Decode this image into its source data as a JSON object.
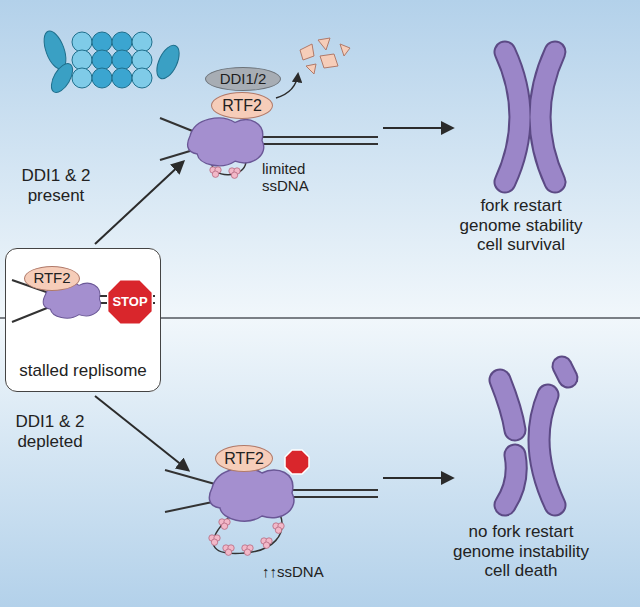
{
  "diagram": {
    "nodes": [
      {
        "text": [
          "DDI1/2"
        ]
      },
      {
        "text": [
          "RTF2"
        ]
      },
      {
        "text": [
          "stalled replisome"
        ]
      },
      {
        "text": [
          "RTF2"
        ],
        "in": 2
      },
      {
        "text": [
          "STOP"
        ],
        "in": 2
      },
      {
        "text": [
          "RTF2"
        ]
      }
    ],
    "labels": [
      "limited ssDNA",
      "DDI1 & 2 present",
      "fork restart genome stability cell survival",
      "DDI1 & 2 depleted",
      "↑↑ssDNA",
      "no fork restart genome instability cell death"
    ]
  }
}
